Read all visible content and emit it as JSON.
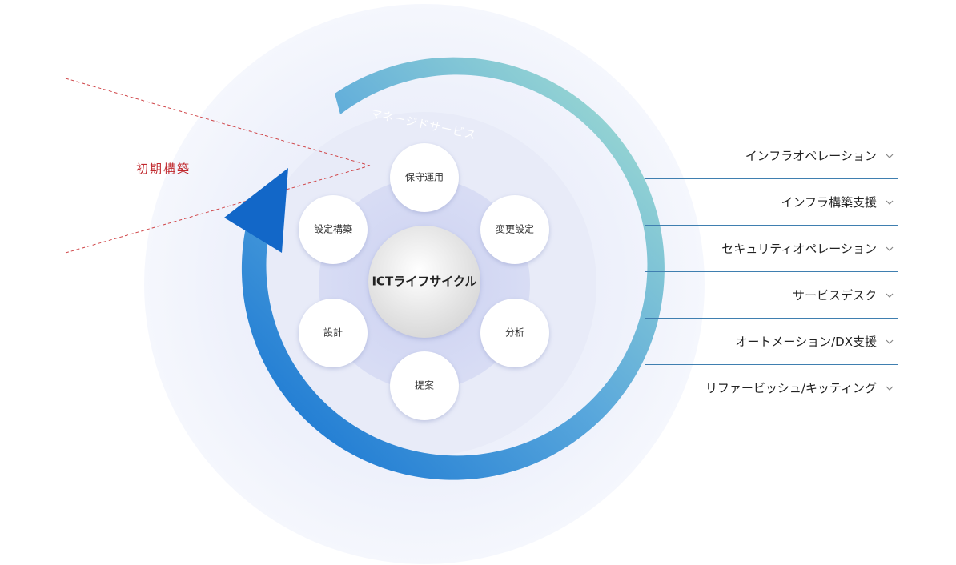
{
  "cycle": {
    "center_label": "ICTライフサイクル",
    "arc_label": "マネージドサービス",
    "nodes": [
      {
        "id": "maintenance",
        "label": "保守運用"
      },
      {
        "id": "change-settings",
        "label": "変更設定"
      },
      {
        "id": "analysis",
        "label": "分析"
      },
      {
        "id": "proposal",
        "label": "提案"
      },
      {
        "id": "design",
        "label": "設計"
      },
      {
        "id": "configuration",
        "label": "設定構築"
      }
    ]
  },
  "initial": {
    "label": "初期構築"
  },
  "services": [
    {
      "label": "インフラオペレーション"
    },
    {
      "label": "インフラ構築支援"
    },
    {
      "label": "セキュリティオペレーション"
    },
    {
      "label": "サービスデスク"
    },
    {
      "label": "オートメーション/DX支援"
    },
    {
      "label": "リファービッシュ/キッティング"
    }
  ],
  "colors": {
    "arc_start": "#0f6fd1",
    "arc_end": "#a9e3cf",
    "accent_red": "#c0282d",
    "divider": "#3f7fb0"
  }
}
